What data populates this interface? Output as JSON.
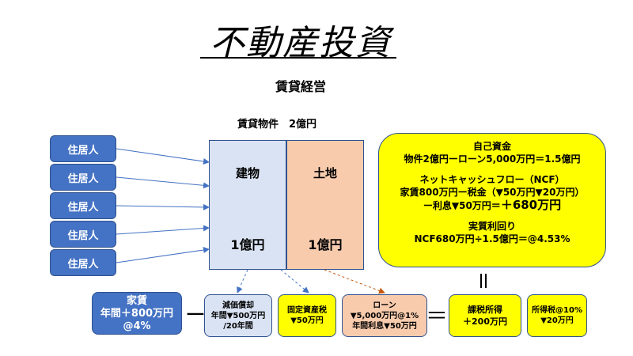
{
  "title": "不動産投資",
  "subtitle": "賃貸経営",
  "property_label": "賃貸物件　2億円",
  "residents": [
    "住居人",
    "住居人",
    "住居人",
    "住居人",
    "住居人"
  ],
  "building": {
    "name": "建物",
    "value": "1億円"
  },
  "land": {
    "name": "土地",
    "value": "1億円"
  },
  "equity": {
    "heading": "自己資金",
    "line1": "物件2億円ーローン5,000万円＝1.5億円",
    "ncf_heading": "ネットキャッシュフロー（NCF）",
    "ncf_line1": "家賃800万円ー税金（▼50万円▼20万円）",
    "ncf_line2_prefix": "ー利息▼50万円＝",
    "ncf_line2_value": "＋680万円",
    "yield_heading": "実質利回り",
    "yield_line": "NCF680万円÷1.5億円＝@4.53%"
  },
  "rent": {
    "line1": "家賃",
    "line2": "年間＋800万円",
    "line3": "@4%"
  },
  "operators": {
    "minus": "ー",
    "equals": "＝"
  },
  "depreciation": {
    "line1": "減価償却",
    "line2": "年間▼500万円",
    "line3": "/20年間"
  },
  "fixed_asset_tax": {
    "line1": "固定資産税",
    "line2": "▼50万円"
  },
  "loan": {
    "line1": "ローン",
    "line2": "▼5,000万円@1%",
    "line3": "年間利息▼50万円"
  },
  "taxable_income": {
    "line1": "課税所得",
    "line2": "＋200万円"
  },
  "income_tax": {
    "line1": "所得税@10%",
    "line2": "▼20万円"
  },
  "colors": {
    "resident_blue": "#4472c4",
    "building_blue": "#dae3f3",
    "land_salmon": "#f8cbad",
    "highlight_yellow": "#ffff00",
    "loan_arrow_orange": "#c55a11"
  }
}
